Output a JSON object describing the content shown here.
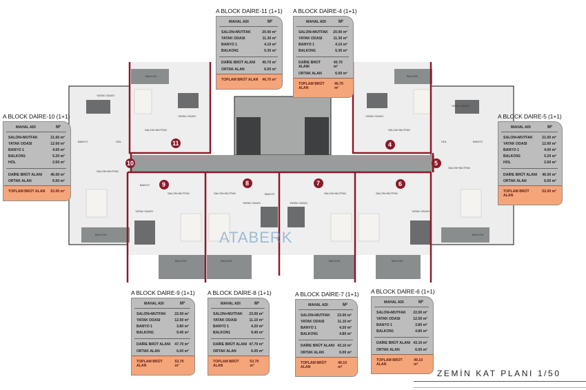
{
  "drawing_title": "ZEMİN KAT PLANI 1/50",
  "logo_text": "ATABERK",
  "colors": {
    "wall_red": "#8b1a2a",
    "table_gray": "#bdbdbd",
    "total_orange": "#f4a57a",
    "corridor_gray": "#9a9c9c",
    "logo_blue": "#5b8fc2"
  },
  "units": [
    {
      "id": "d11",
      "title": "A BLOCK DAİRE-11  (1+1)",
      "col_name": "MAHAL ADI",
      "col_unit": "M²",
      "rooms": [
        [
          "SALON+MUTFAK",
          "20.00 m²"
        ],
        [
          "YATAK ODASI",
          "11.30 m²"
        ],
        [
          "BANYO 1",
          "4.10 m²"
        ],
        [
          "BALKON1",
          "5.30 m²"
        ]
      ],
      "summary": [
        [
          "DAİRE BRÜT ALANI",
          "40.70 m²"
        ],
        [
          "ORTAK ALAN",
          "6.00 m²"
        ]
      ],
      "total": [
        "TOPLAM BRÜT ALAN",
        "46.70 m²"
      ]
    },
    {
      "id": "d4",
      "title": "A BLOCK DAİRE-4  (1+1)",
      "col_name": "MAHAL ADI",
      "col_unit": "M²",
      "rooms": [
        [
          "SALON+MUTFAK",
          "20.00 m²"
        ],
        [
          "YATAK ODASI",
          "11.30 m²"
        ],
        [
          "BANYO 1",
          "4.10 m²"
        ],
        [
          "BALKON1",
          "5.30 m²"
        ]
      ],
      "summary": [
        [
          "DAİRE BRÜT ALANI",
          "40.70 m²"
        ],
        [
          "ORTAK ALAN",
          "6.00 m²"
        ]
      ],
      "total": [
        "TOPLAM BRÜT ALAN",
        "46.70 m²"
      ]
    },
    {
      "id": "d10",
      "title": "A BLOCK DAİRE-10  (1+1)",
      "col_name": "MAHAL ADI",
      "col_unit": "M²",
      "rooms": [
        [
          "SALON+MUTFAK",
          "21.60 m²"
        ],
        [
          "YATAK ODASI",
          "12.60 m²"
        ],
        [
          "BANYO 1",
          "4.00 m²"
        ],
        [
          "BALKON1",
          "5.20 m²"
        ],
        [
          "HOL",
          "2.60 m²"
        ]
      ],
      "summary": [
        [
          "DAİRE BRÜT ALANI",
          "46.00 m²"
        ],
        [
          "ORTAK ALAN",
          "6.00 m²"
        ]
      ],
      "total": [
        "TOPLAM BRÜT ALAN",
        "52.00 m²"
      ]
    },
    {
      "id": "d5",
      "title": "A BLOCK DAİRE-5  (1+1)",
      "col_name": "MAHAL ADI",
      "col_unit": "M²",
      "rooms": [
        [
          "SALON+MUTFAK",
          "21.60 m²"
        ],
        [
          "YATAK ODASI",
          "12.60 m²"
        ],
        [
          "BANYO 1",
          "4.00 m²"
        ],
        [
          "BALKON1",
          "5.20 m²"
        ],
        [
          "HOL",
          "2.60 m²"
        ]
      ],
      "summary": [
        [
          "DAİRE BRÜT ALANI",
          "46.00 m²"
        ],
        [
          "ORTAK ALAN",
          "6.00 m²"
        ]
      ],
      "total": [
        "TOPLAM BRÜT ALAN",
        "52.00 m²"
      ]
    },
    {
      "id": "d9",
      "title": "A BLOCK DAİRE-9  (1+1)",
      "col_name": "MAHAL ADI",
      "col_unit": "M²",
      "rooms": [
        [
          "SALON+MUTFAK",
          "22.00 m²"
        ],
        [
          "YATAK ODASI",
          "12.50 m²"
        ],
        [
          "BANYO 1",
          "3.80 m²"
        ],
        [
          "BALKON1",
          "9.40 m²"
        ]
      ],
      "summary": [
        [
          "DAİRE BRÜT ALANI",
          "47.70 m²"
        ],
        [
          "ORTAK ALAN",
          "6.00 m²"
        ]
      ],
      "total": [
        "TOPLAM BRÜT ALAN",
        "53.70 m²"
      ]
    },
    {
      "id": "d8",
      "title": "A BLOCK DAİRE-8  (1+1)",
      "col_name": "MAHAL ADI",
      "col_unit": "M²",
      "rooms": [
        [
          "SALON+MUTFAK",
          "23.00 m²"
        ],
        [
          "YATAK ODASI",
          "11.10 m²"
        ],
        [
          "BANYO 1",
          "4.20 m²"
        ],
        [
          "BALKON1",
          "9.40 m²"
        ]
      ],
      "summary": [
        [
          "DAİRE BRÜT ALANI",
          "47.70 m²"
        ],
        [
          "ORTAK ALAN",
          "6.00 m²"
        ]
      ],
      "total": [
        "TOPLAM BRÜT ALAN",
        "53.70 m²"
      ]
    },
    {
      "id": "d7",
      "title": "A BLOCK DAİRE-7  (1+1)",
      "col_name": "MAHAL ADI",
      "col_unit": "M²",
      "rooms": [
        [
          "SALON+MUTFAK",
          "23.00 m²"
        ],
        [
          "YATAK ODASI",
          "11.10 m²"
        ],
        [
          "BANYO 1",
          "4.20 m²"
        ],
        [
          "BALKON1",
          "4.80 m²"
        ]
      ],
      "summary": [
        [
          "DAİRE BRÜT ALANI",
          "43.10 m²"
        ],
        [
          "ORTAK ALAN",
          "6.00 m²"
        ]
      ],
      "total": [
        "TOPLAM BRÜT ALAN",
        "49.10 m²"
      ]
    },
    {
      "id": "d6",
      "title": "A BLOCK DAİRE-6  (1+1)",
      "col_name": "MAHAL ADI",
      "col_unit": "M²",
      "rooms": [
        [
          "SALON+MUTFAK",
          "22.00 m²"
        ],
        [
          "YATAK ODASI",
          "12.50 m²"
        ],
        [
          "BANYO 1",
          "3.80 m²"
        ],
        [
          "BALKON1",
          "4.80 m²"
        ]
      ],
      "summary": [
        [
          "DAİRE BRÜT ALANI",
          "43.10 m²"
        ],
        [
          "ORTAK ALAN",
          "6.00 m²"
        ]
      ],
      "total": [
        "TOPLAM BRÜT ALAN",
        "49.10 m²"
      ]
    }
  ],
  "plan": {
    "unit_numbers": [
      "11",
      "10",
      "9",
      "8",
      "7",
      "6",
      "4",
      "5"
    ],
    "room_labels": {
      "balkon": "BALKON",
      "yatak": "YATAK ODASI",
      "salon": "SALON+MUTFAK",
      "banyo": "BANYO",
      "hol": "HOL"
    }
  }
}
